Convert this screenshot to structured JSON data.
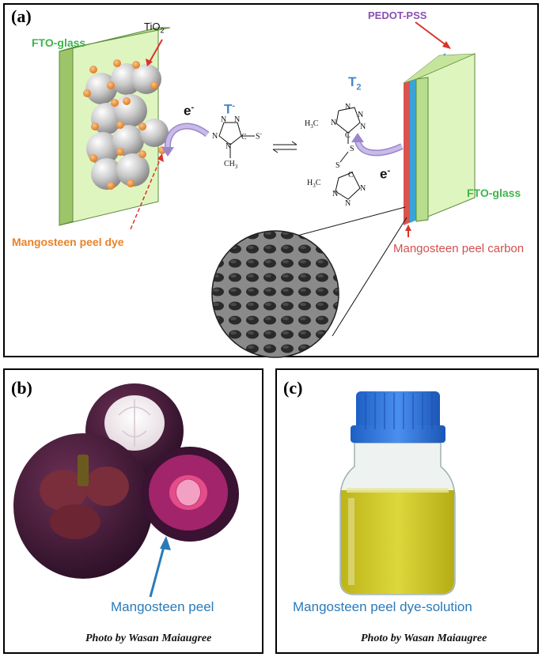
{
  "panels": {
    "a": {
      "letter": "(a)",
      "labels": {
        "fto_left": "FTO-glass",
        "tio2": "TiO",
        "tio2_sub": "2",
        "dye": "Mangosteen peel dye",
        "e_left": "e",
        "e_left_sup": "-",
        "t_minus": "T",
        "t_minus_sup": "-",
        "t2": "T",
        "t2_sub": "2",
        "pedot": "PEDOT-PSS",
        "e_right": "e",
        "e_right_sup": "-",
        "fto_right": "FTO-glass",
        "carbon": "Mangosteen peel carbon"
      },
      "chem": {
        "n": "N",
        "c": "C",
        "s": "S",
        "s_minus": "S",
        "s_minus_sup": "-",
        "ch3": "CH",
        "ch3_sub": "3",
        "h3c": "H",
        "h3c_sub": "3",
        "h3c_tail": "C"
      }
    },
    "b": {
      "letter": "(b)",
      "caption": "Mangosteen peel",
      "credit": "Photo by Wasan  Maiaugree"
    },
    "c": {
      "letter": "(c)",
      "caption": "Mangosteen peel dye-solution",
      "credit": "Photo by Wasan  Maiaugree"
    }
  },
  "colors": {
    "fto_glass": "#dff5c0",
    "tio2_particle": "#c8c8c8",
    "dye_dot": "#e8832a",
    "pedot_layer": "#d9534f",
    "blue_layer": "#3aa3d8",
    "arrow_purple": "#b9a6d8",
    "caption_blue": "#2a7ab8",
    "cap_blue": "#2f6fd0",
    "dye_yellow": "#c9c21a"
  }
}
